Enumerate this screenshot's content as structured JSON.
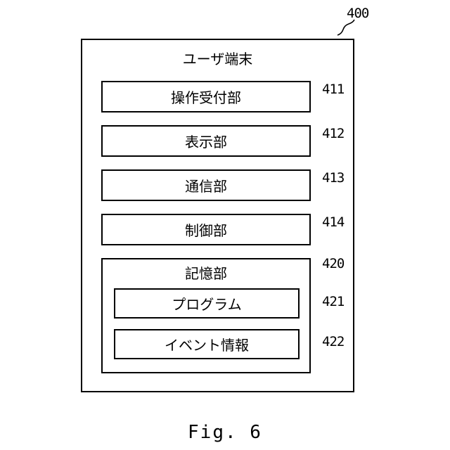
{
  "terminal": {
    "ref": "400",
    "title": "ユーザ端末"
  },
  "units": [
    {
      "label": "操作受付部",
      "ref": "411"
    },
    {
      "label": "表示部",
      "ref": "412"
    },
    {
      "label": "通信部",
      "ref": "413"
    },
    {
      "label": "制御部",
      "ref": "414"
    }
  ],
  "storage": {
    "label": "記憶部",
    "ref": "420",
    "items": [
      {
        "label": "プログラム",
        "ref": "421"
      },
      {
        "label": "イベント情報",
        "ref": "422"
      }
    ]
  },
  "caption": "Fig. 6"
}
